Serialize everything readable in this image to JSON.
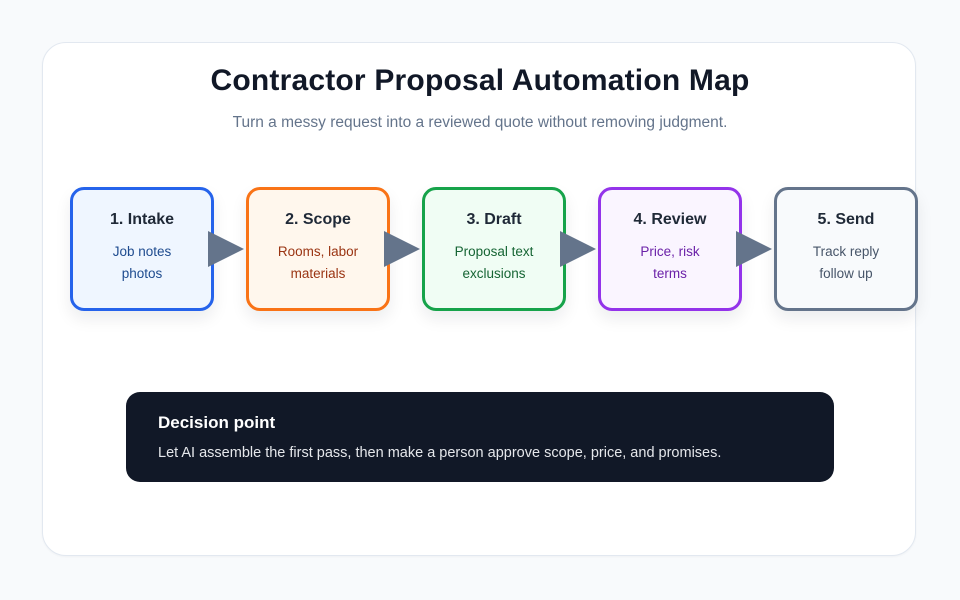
{
  "title": "Contractor Proposal Automation Map",
  "subtitle": "Turn a messy request into a reviewed quote without removing judgment.",
  "steps": [
    {
      "title": "1. Intake",
      "line1": "Job notes",
      "line2": "photos",
      "border": "#2563eb",
      "bg": "#eff6ff",
      "text_color": "#1e4b8f"
    },
    {
      "title": "2. Scope",
      "line1": "Rooms, labor",
      "line2": "materials",
      "border": "#f97316",
      "bg": "#fff7ed",
      "text_color": "#9a3412"
    },
    {
      "title": "3. Draft",
      "line1": "Proposal text",
      "line2": "exclusions",
      "border": "#16a34a",
      "bg": "#f0fdf4",
      "text_color": "#166534"
    },
    {
      "title": "4. Review",
      "line1": "Price, risk",
      "line2": "terms",
      "border": "#9333ea",
      "bg": "#faf5ff",
      "text_color": "#6b21a8"
    },
    {
      "title": "5. Send",
      "line1": "Track reply",
      "line2": "follow up",
      "border": "#64748b",
      "bg": "#f8fafc",
      "text_color": "#475569"
    }
  ],
  "arrow_color": "#64748b",
  "decision": {
    "title": "Decision point",
    "text": "Let AI assemble the first pass, then make a person approve scope, price, and promises."
  }
}
